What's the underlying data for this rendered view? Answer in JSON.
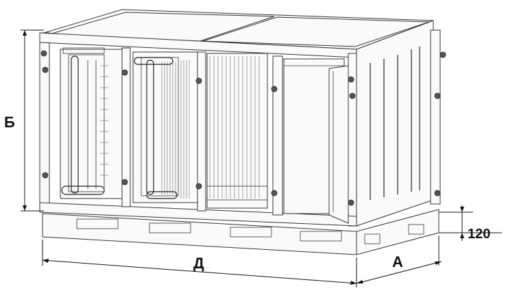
{
  "dimensions": {
    "height_label": "Б",
    "length_label": "Д",
    "width_label": "А",
    "base_height_value": "120"
  },
  "colors": {
    "line": "#222222",
    "background": "#ffffff"
  }
}
